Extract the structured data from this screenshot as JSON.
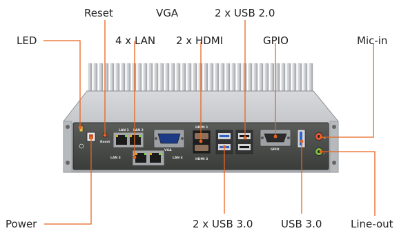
{
  "callouts": {
    "reset": "Reset",
    "vga": "VGA",
    "usb20": "2 x USB 2.0",
    "led": "LED",
    "lan4": "4 x LAN",
    "hdmi2": "2 x HDMI",
    "gpio": "GPIO",
    "micin": "Mic-in",
    "power": "Power",
    "usb30x2": "2 x USB 3.0",
    "usb30": "USB 3.0",
    "lineout": "Line-out"
  },
  "panel_labels": {
    "lan1": "LAN 1",
    "lan2": "LAN 2",
    "lan3": "LAN 3",
    "lan4": "LAN 4",
    "reset": "Reset",
    "vga": "VGA",
    "hdmi1": "HDMI 1",
    "hdmi2": "HDMI 2",
    "gpio": "GPIO"
  },
  "colors": {
    "leader": "#e8641e",
    "panel": "#4a4c4a",
    "fin": "#c9ccd0",
    "usb3": "#2f63c9",
    "micin": "#e85a37",
    "lineout": "#7cc23f"
  }
}
